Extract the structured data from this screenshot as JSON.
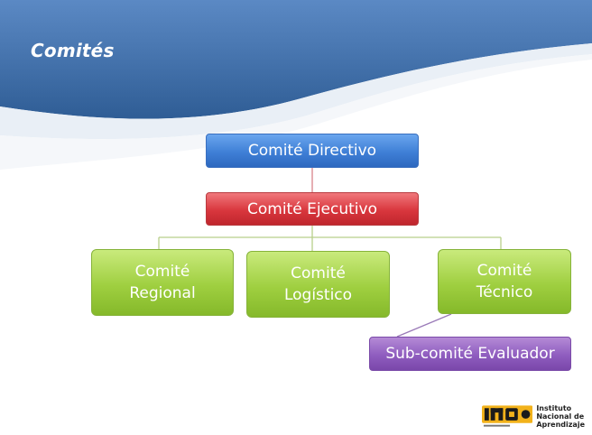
{
  "slide": {
    "title": "Comités"
  },
  "org_chart": {
    "directivo": "Comité Directivo",
    "ejecutivo": "Comité Ejecutivo",
    "regional": [
      "Comité",
      "Regional"
    ],
    "logistico": [
      "Comité",
      "Logístico"
    ],
    "tecnico": [
      "Comité",
      "Técnico"
    ],
    "evaluador": "Sub-comité Evaluador"
  },
  "logo": {
    "line1": "Instituto",
    "line2": "Nacional de",
    "line3": "Aprendizaje"
  },
  "colors": {
    "header_blue": "#3f6ea7",
    "box_blue": "#3f7fd6",
    "box_red": "#d9363d",
    "box_green": "#9fcf40",
    "box_purple": "#8f5dbf",
    "connector": "#b8cf8a",
    "connector_red": "#d9838a"
  }
}
